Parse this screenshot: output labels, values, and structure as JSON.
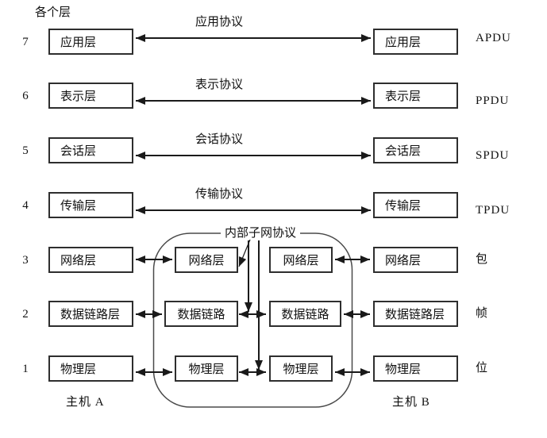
{
  "diagram_title": "各个层",
  "subnet": {
    "label": "内部子网协议"
  },
  "hosts": {
    "a": "主机 A",
    "b": "主机 B"
  },
  "layers": [
    {
      "num": "7",
      "name_a": "应用层",
      "name_b": "应用层",
      "protocol": "应用协议",
      "pdu": "APDU"
    },
    {
      "num": "6",
      "name_a": "表示层",
      "name_b": "表示层",
      "protocol": "表示协议",
      "pdu": "PPDU"
    },
    {
      "num": "5",
      "name_a": "会话层",
      "name_b": "会话层",
      "protocol": "会话协议",
      "pdu": "SPDU"
    },
    {
      "num": "4",
      "name_a": "传输层",
      "name_b": "传输层",
      "protocol": "传输协议",
      "pdu": "TPDU"
    },
    {
      "num": "3",
      "name_a": "网络层",
      "name_b": "网络层",
      "router_left": "网络层",
      "router_right": "网络层",
      "pdu": "包"
    },
    {
      "num": "2",
      "name_a": "数据链路层",
      "name_b": "数据链路层",
      "router_left": "数据链路",
      "router_right": "数据链路",
      "pdu": "帧"
    },
    {
      "num": "1",
      "name_a": "物理层",
      "name_b": "物理层",
      "router_left": "物理层",
      "router_right": "物理层",
      "pdu": "位"
    }
  ],
  "colors": {
    "background": "#ffffff",
    "line": "#1a1a1a",
    "box_border": "#2e2e2e",
    "subnet_border": "#4a4a4a",
    "text": "#111111"
  }
}
